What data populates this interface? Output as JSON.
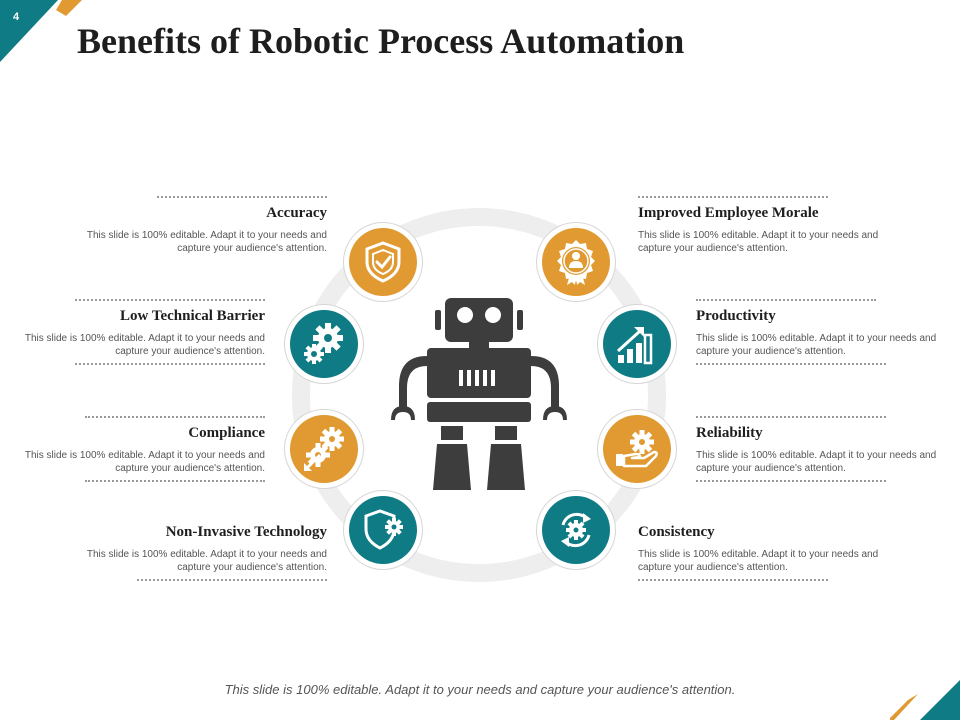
{
  "slide_number": "4",
  "title": "Benefits of Robotic Process Automation",
  "colors": {
    "orange": "#e09a31",
    "teal": "#0f7b84",
    "dark": "#3d3d3d"
  },
  "left_items": [
    {
      "heading": "Accuracy",
      "text": "This slide is 100% editable.  Adapt it to your needs and capture your audience's attention.",
      "icon": "shield-check-icon"
    },
    {
      "heading": "Low Technical Barrier",
      "text": "This slide is 100% editable.  Adapt it to your needs and capture your audience's attention.",
      "icon": "gears-icon"
    },
    {
      "heading": "Compliance",
      "text": "This slide is 100% editable.  Adapt it to your needs and capture your audience's attention.",
      "icon": "gear-arrow-icon"
    },
    {
      "heading": "Non-Invasive Technology",
      "text": "This slide is 100% editable.  Adapt it to your needs and capture your audience's attention.",
      "icon": "shield-gear-icon"
    }
  ],
  "right_items": [
    {
      "heading": "Improved Employee Morale",
      "text": "This slide is 100% editable.  Adapt it to your needs and capture your audience's attention.",
      "icon": "award-badge-icon"
    },
    {
      "heading": "Productivity",
      "text": "This slide is 100% editable.  Adapt it to your needs and capture your audience's attention.",
      "icon": "growth-chart-icon"
    },
    {
      "heading": "Reliability",
      "text": "This slide is 100% editable.  Adapt it to your needs and capture your audience's attention.",
      "icon": "hand-gear-icon"
    },
    {
      "heading": "Consistency",
      "text": "This slide is 100% editable.  Adapt it to your needs and capture your audience's attention.",
      "icon": "gear-cycle-icon"
    }
  ],
  "footer": "This slide is 100% editable. Adapt it to your needs and capture your audience's attention."
}
